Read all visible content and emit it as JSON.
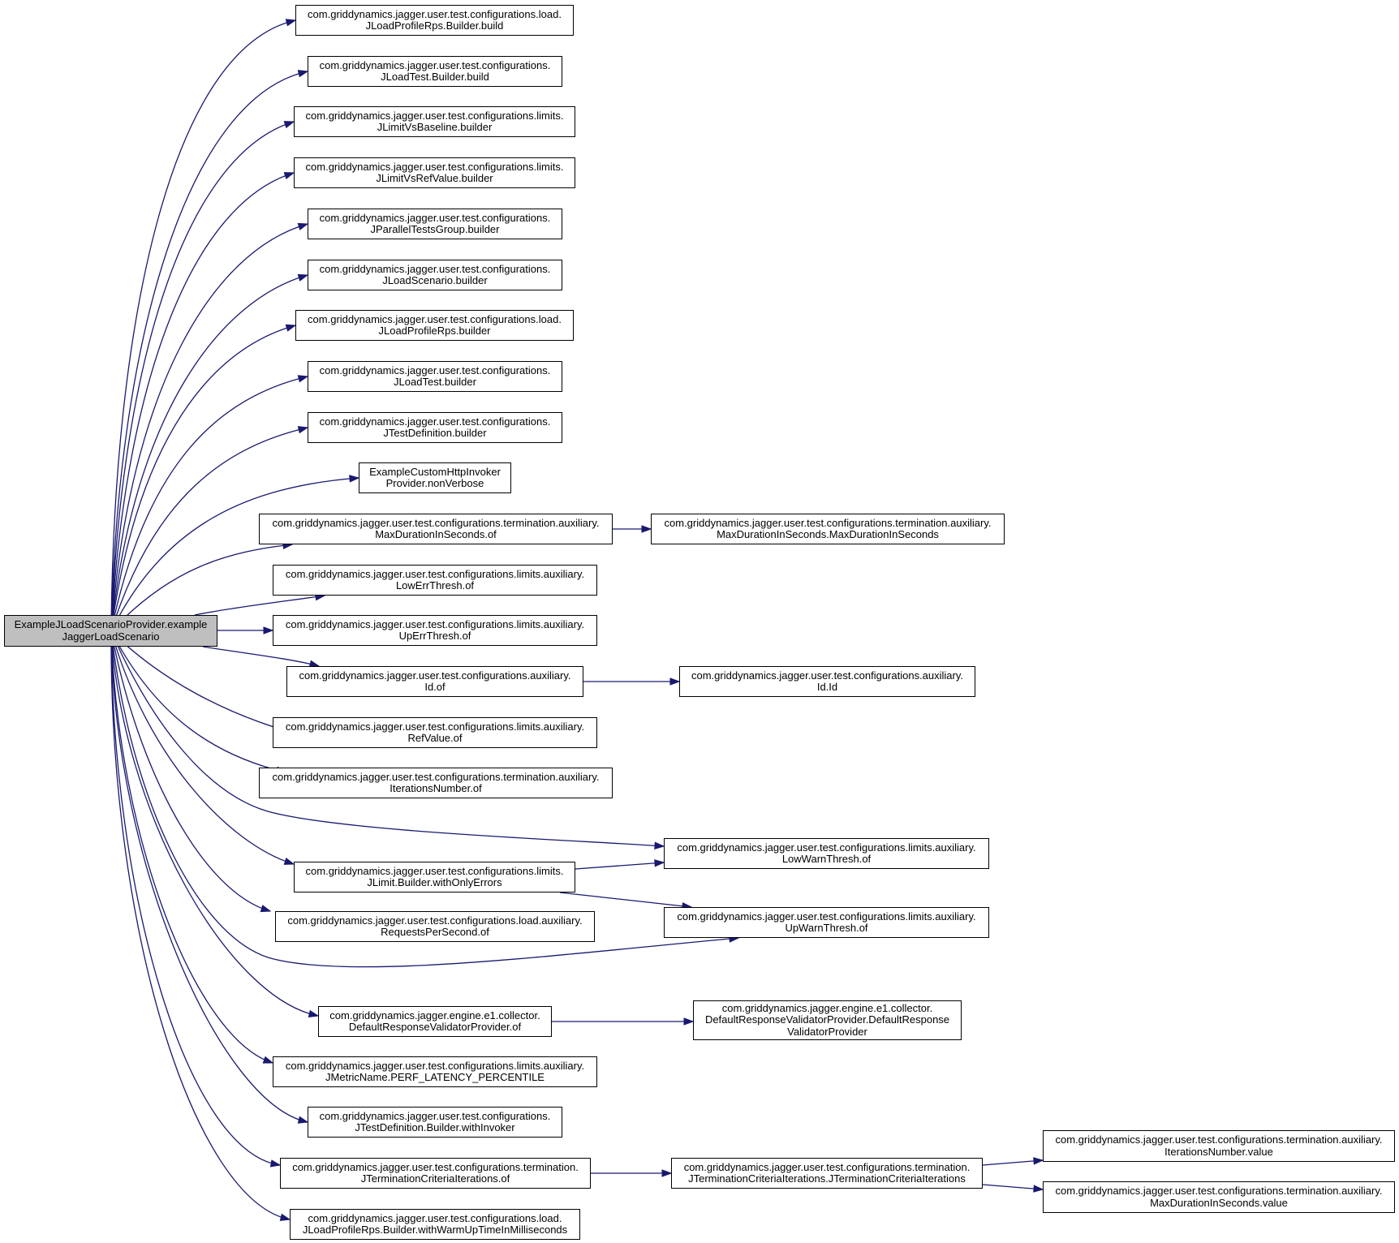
{
  "diagram": {
    "colors": {
      "edge": "#191970",
      "node_border": "#000000",
      "root_fill": "#bfbfbf",
      "node_fill": "#ffffff"
    },
    "nodes": [
      {
        "id": "root",
        "lines": [
          "ExampleJLoadScenarioProvider.example",
          "JaggerLoadScenario"
        ],
        "root": true
      },
      {
        "id": "n1",
        "lines": [
          "com.griddynamics.jagger.user.test.configurations.load.",
          "JLoadProfileRps.Builder.build"
        ]
      },
      {
        "id": "n2",
        "lines": [
          "com.griddynamics.jagger.user.test.configurations.",
          "JLoadTest.Builder.build"
        ]
      },
      {
        "id": "n3",
        "lines": [
          "com.griddynamics.jagger.user.test.configurations.limits.",
          "JLimitVsBaseline.builder"
        ]
      },
      {
        "id": "n4",
        "lines": [
          "com.griddynamics.jagger.user.test.configurations.limits.",
          "JLimitVsRefValue.builder"
        ]
      },
      {
        "id": "n5",
        "lines": [
          "com.griddynamics.jagger.user.test.configurations.",
          "JParallelTestsGroup.builder"
        ]
      },
      {
        "id": "n6",
        "lines": [
          "com.griddynamics.jagger.user.test.configurations.",
          "JLoadScenario.builder"
        ]
      },
      {
        "id": "n7",
        "lines": [
          "com.griddynamics.jagger.user.test.configurations.load.",
          "JLoadProfileRps.builder"
        ]
      },
      {
        "id": "n8",
        "lines": [
          "com.griddynamics.jagger.user.test.configurations.",
          "JLoadTest.builder"
        ]
      },
      {
        "id": "n9",
        "lines": [
          "com.griddynamics.jagger.user.test.configurations.",
          "JTestDefinition.builder"
        ]
      },
      {
        "id": "n10",
        "lines": [
          "ExampleCustomHttpInvoker",
          "Provider.nonVerbose"
        ]
      },
      {
        "id": "n11",
        "lines": [
          "com.griddynamics.jagger.user.test.configurations.termination.auxiliary.",
          "MaxDurationInSeconds.of"
        ]
      },
      {
        "id": "n11b",
        "lines": [
          "com.griddynamics.jagger.user.test.configurations.termination.auxiliary.",
          "MaxDurationInSeconds.MaxDurationInSeconds"
        ]
      },
      {
        "id": "n12",
        "lines": [
          "com.griddynamics.jagger.user.test.configurations.limits.auxiliary.",
          "LowErrThresh.of"
        ]
      },
      {
        "id": "n13",
        "lines": [
          "com.griddynamics.jagger.user.test.configurations.limits.auxiliary.",
          "UpErrThresh.of"
        ]
      },
      {
        "id": "n14",
        "lines": [
          "com.griddynamics.jagger.user.test.configurations.auxiliary.",
          "Id.of"
        ]
      },
      {
        "id": "n14b",
        "lines": [
          "com.griddynamics.jagger.user.test.configurations.auxiliary.",
          "Id.Id"
        ]
      },
      {
        "id": "n15",
        "lines": [
          "com.griddynamics.jagger.user.test.configurations.limits.auxiliary.",
          "RefValue.of"
        ]
      },
      {
        "id": "n16",
        "lines": [
          "com.griddynamics.jagger.user.test.configurations.termination.auxiliary.",
          "IterationsNumber.of"
        ]
      },
      {
        "id": "n17",
        "lines": [
          "com.griddynamics.jagger.user.test.configurations.limits.auxiliary.",
          "LowWarnThresh.of"
        ]
      },
      {
        "id": "n18",
        "lines": [
          "com.griddynamics.jagger.user.test.configurations.limits.",
          "JLimit.Builder.withOnlyErrors"
        ]
      },
      {
        "id": "n19",
        "lines": [
          "com.griddynamics.jagger.user.test.configurations.limits.auxiliary.",
          "UpWarnThresh.of"
        ]
      },
      {
        "id": "n20",
        "lines": [
          "com.griddynamics.jagger.user.test.configurations.load.auxiliary.",
          "RequestsPerSecond.of"
        ]
      },
      {
        "id": "n21",
        "lines": [
          "com.griddynamics.jagger.engine.e1.collector.",
          "DefaultResponseValidatorProvider.of"
        ]
      },
      {
        "id": "n21b",
        "lines": [
          "com.griddynamics.jagger.engine.e1.collector.",
          "DefaultResponseValidatorProvider.DefaultResponse",
          "ValidatorProvider"
        ]
      },
      {
        "id": "n22",
        "lines": [
          "com.griddynamics.jagger.user.test.configurations.limits.auxiliary.",
          "JMetricName.PERF_LATENCY_PERCENTILE"
        ]
      },
      {
        "id": "n23",
        "lines": [
          "com.griddynamics.jagger.user.test.configurations.",
          "JTestDefinition.Builder.withInvoker"
        ]
      },
      {
        "id": "n24",
        "lines": [
          "com.griddynamics.jagger.user.test.configurations.termination.",
          "JTerminationCriteriaIterations.of"
        ]
      },
      {
        "id": "n24b",
        "lines": [
          "com.griddynamics.jagger.user.test.configurations.termination.",
          "JTerminationCriteriaIterations.JTerminationCriteriaIterations"
        ]
      },
      {
        "id": "n24c",
        "lines": [
          "com.griddynamics.jagger.user.test.configurations.termination.auxiliary.",
          "IterationsNumber.value"
        ]
      },
      {
        "id": "n24d",
        "lines": [
          "com.griddynamics.jagger.user.test.configurations.termination.auxiliary.",
          "MaxDurationInSeconds.value"
        ]
      },
      {
        "id": "n25",
        "lines": [
          "com.griddynamics.jagger.user.test.configurations.load.",
          "JLoadProfileRps.Builder.withWarmUpTimeInMilliseconds"
        ]
      }
    ]
  }
}
